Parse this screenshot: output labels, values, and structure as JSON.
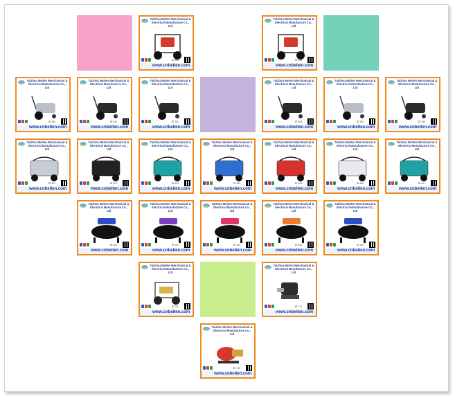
{
  "company": "Taizhou Beiten Merchanical & Electrical Manufacture Co., Ltd",
  "website": "www.cnbeiten.com",
  "colors": {
    "card_border": "#f08a1c",
    "pink": "#f7a3c9",
    "teal": "#73d1b8",
    "lavender": "#c5b3dc",
    "lime": "#c9ec8c"
  },
  "tiles": [
    {
      "kind": "swatch",
      "color": "#f7a3c9",
      "row": 0,
      "col": 1
    },
    {
      "kind": "card",
      "row": 0,
      "col": 2,
      "product": "gas-frame-red",
      "model": "BT-186"
    },
    {
      "kind": "card",
      "row": 0,
      "col": 4,
      "product": "gas-frame-red",
      "model": "BT-190"
    },
    {
      "kind": "swatch",
      "color": "#73d1b8",
      "row": 0,
      "col": 5
    },
    {
      "kind": "card",
      "row": 1,
      "col": 0,
      "product": "cart-silver",
      "model": "BT-350"
    },
    {
      "kind": "card",
      "row": 1,
      "col": 1,
      "product": "cart-black",
      "model": "BT-351"
    },
    {
      "kind": "card",
      "row": 1,
      "col": 2,
      "product": "cart-black",
      "model": "BT-352"
    },
    {
      "kind": "swatch",
      "color": "#c5b3dc",
      "row": 1,
      "col": 3
    },
    {
      "kind": "card",
      "row": 1,
      "col": 4,
      "product": "cart-black",
      "model": "BT-353"
    },
    {
      "kind": "card",
      "row": 1,
      "col": 5,
      "product": "cart-silver",
      "model": "BT-354"
    },
    {
      "kind": "card",
      "row": 1,
      "col": 6,
      "product": "cart-black",
      "model": "BT-355"
    },
    {
      "kind": "card",
      "row": 2,
      "col": 0,
      "product": "box-silver",
      "model": "BT-601"
    },
    {
      "kind": "card",
      "row": 2,
      "col": 1,
      "product": "box-black",
      "model": "BT-602"
    },
    {
      "kind": "card",
      "row": 2,
      "col": 2,
      "product": "box-teal",
      "model": "BT-603"
    },
    {
      "kind": "card",
      "row": 2,
      "col": 3,
      "product": "box-blue",
      "model": "BT-604"
    },
    {
      "kind": "card",
      "row": 2,
      "col": 4,
      "product": "box-red",
      "model": "BT-605"
    },
    {
      "kind": "card",
      "row": 2,
      "col": 5,
      "product": "box-white",
      "model": "BT-606"
    },
    {
      "kind": "card",
      "row": 2,
      "col": 6,
      "product": "box-teal",
      "model": "BT-607"
    },
    {
      "kind": "card",
      "row": 3,
      "col": 1,
      "product": "compact-blue",
      "model": "BT-301"
    },
    {
      "kind": "card",
      "row": 3,
      "col": 2,
      "product": "compact-purple",
      "model": "BT-302"
    },
    {
      "kind": "card",
      "row": 3,
      "col": 3,
      "product": "compact-pink",
      "model": "BT-303"
    },
    {
      "kind": "card",
      "row": 3,
      "col": 4,
      "product": "compact-orange",
      "model": "BT-304"
    },
    {
      "kind": "card",
      "row": 3,
      "col": 5,
      "product": "compact-blue",
      "model": "BT-305"
    },
    {
      "kind": "card",
      "row": 4,
      "col": 2,
      "product": "frame-steel",
      "model": "BT-700"
    },
    {
      "kind": "swatch",
      "color": "#c9ec8c",
      "row": 4,
      "col": 3
    },
    {
      "kind": "card",
      "row": 4,
      "col": 4,
      "product": "portable-black",
      "model": "BT-710"
    },
    {
      "kind": "card",
      "row": 5,
      "col": 3,
      "product": "pump-red",
      "model": "BT-720"
    }
  ]
}
